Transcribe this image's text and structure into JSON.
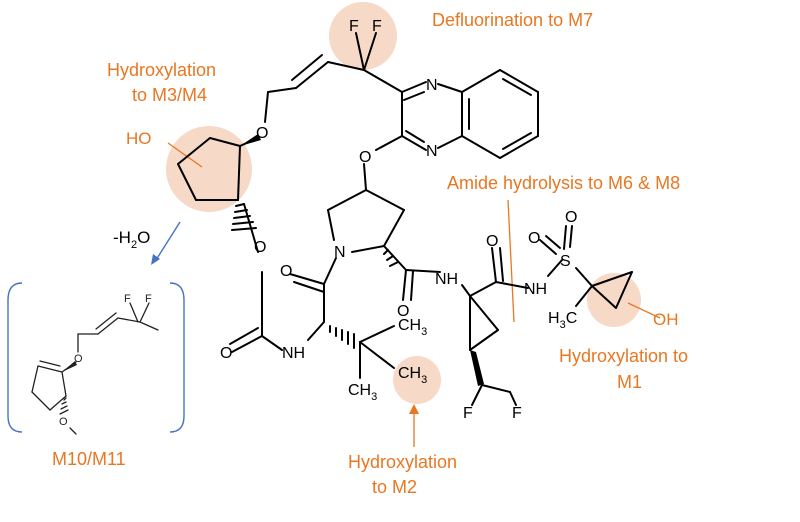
{
  "annotations": {
    "defluorination": "Defluorination to M7",
    "hydroxylation_m3m4_line1": "Hydroxylation",
    "hydroxylation_m3m4_line2": "to M3/M4",
    "amide_hydrolysis": "Amide hydrolysis to M6 & M8",
    "hydroxylation_m1_line1": "Hydroxylation to",
    "hydroxylation_m1_line2": "M1",
    "hydroxylation_m2_line1": "Hydroxylation",
    "hydroxylation_m2_line2": "to M2",
    "product_label": "M10/M11",
    "dehydration": "-H",
    "dehydration_sub": "2",
    "dehydration_tail": "O"
  },
  "atoms": {
    "F": "F",
    "N": "N",
    "O": "O",
    "HO": "HO",
    "OH": "OH",
    "S": "S",
    "NH": "NH",
    "CH": "CH",
    "H": "H",
    "C": "C",
    "three": "3"
  },
  "colors": {
    "highlight": "#f6d9c6",
    "annotation": "#e87722",
    "arrow_blue": "#4472c4"
  }
}
